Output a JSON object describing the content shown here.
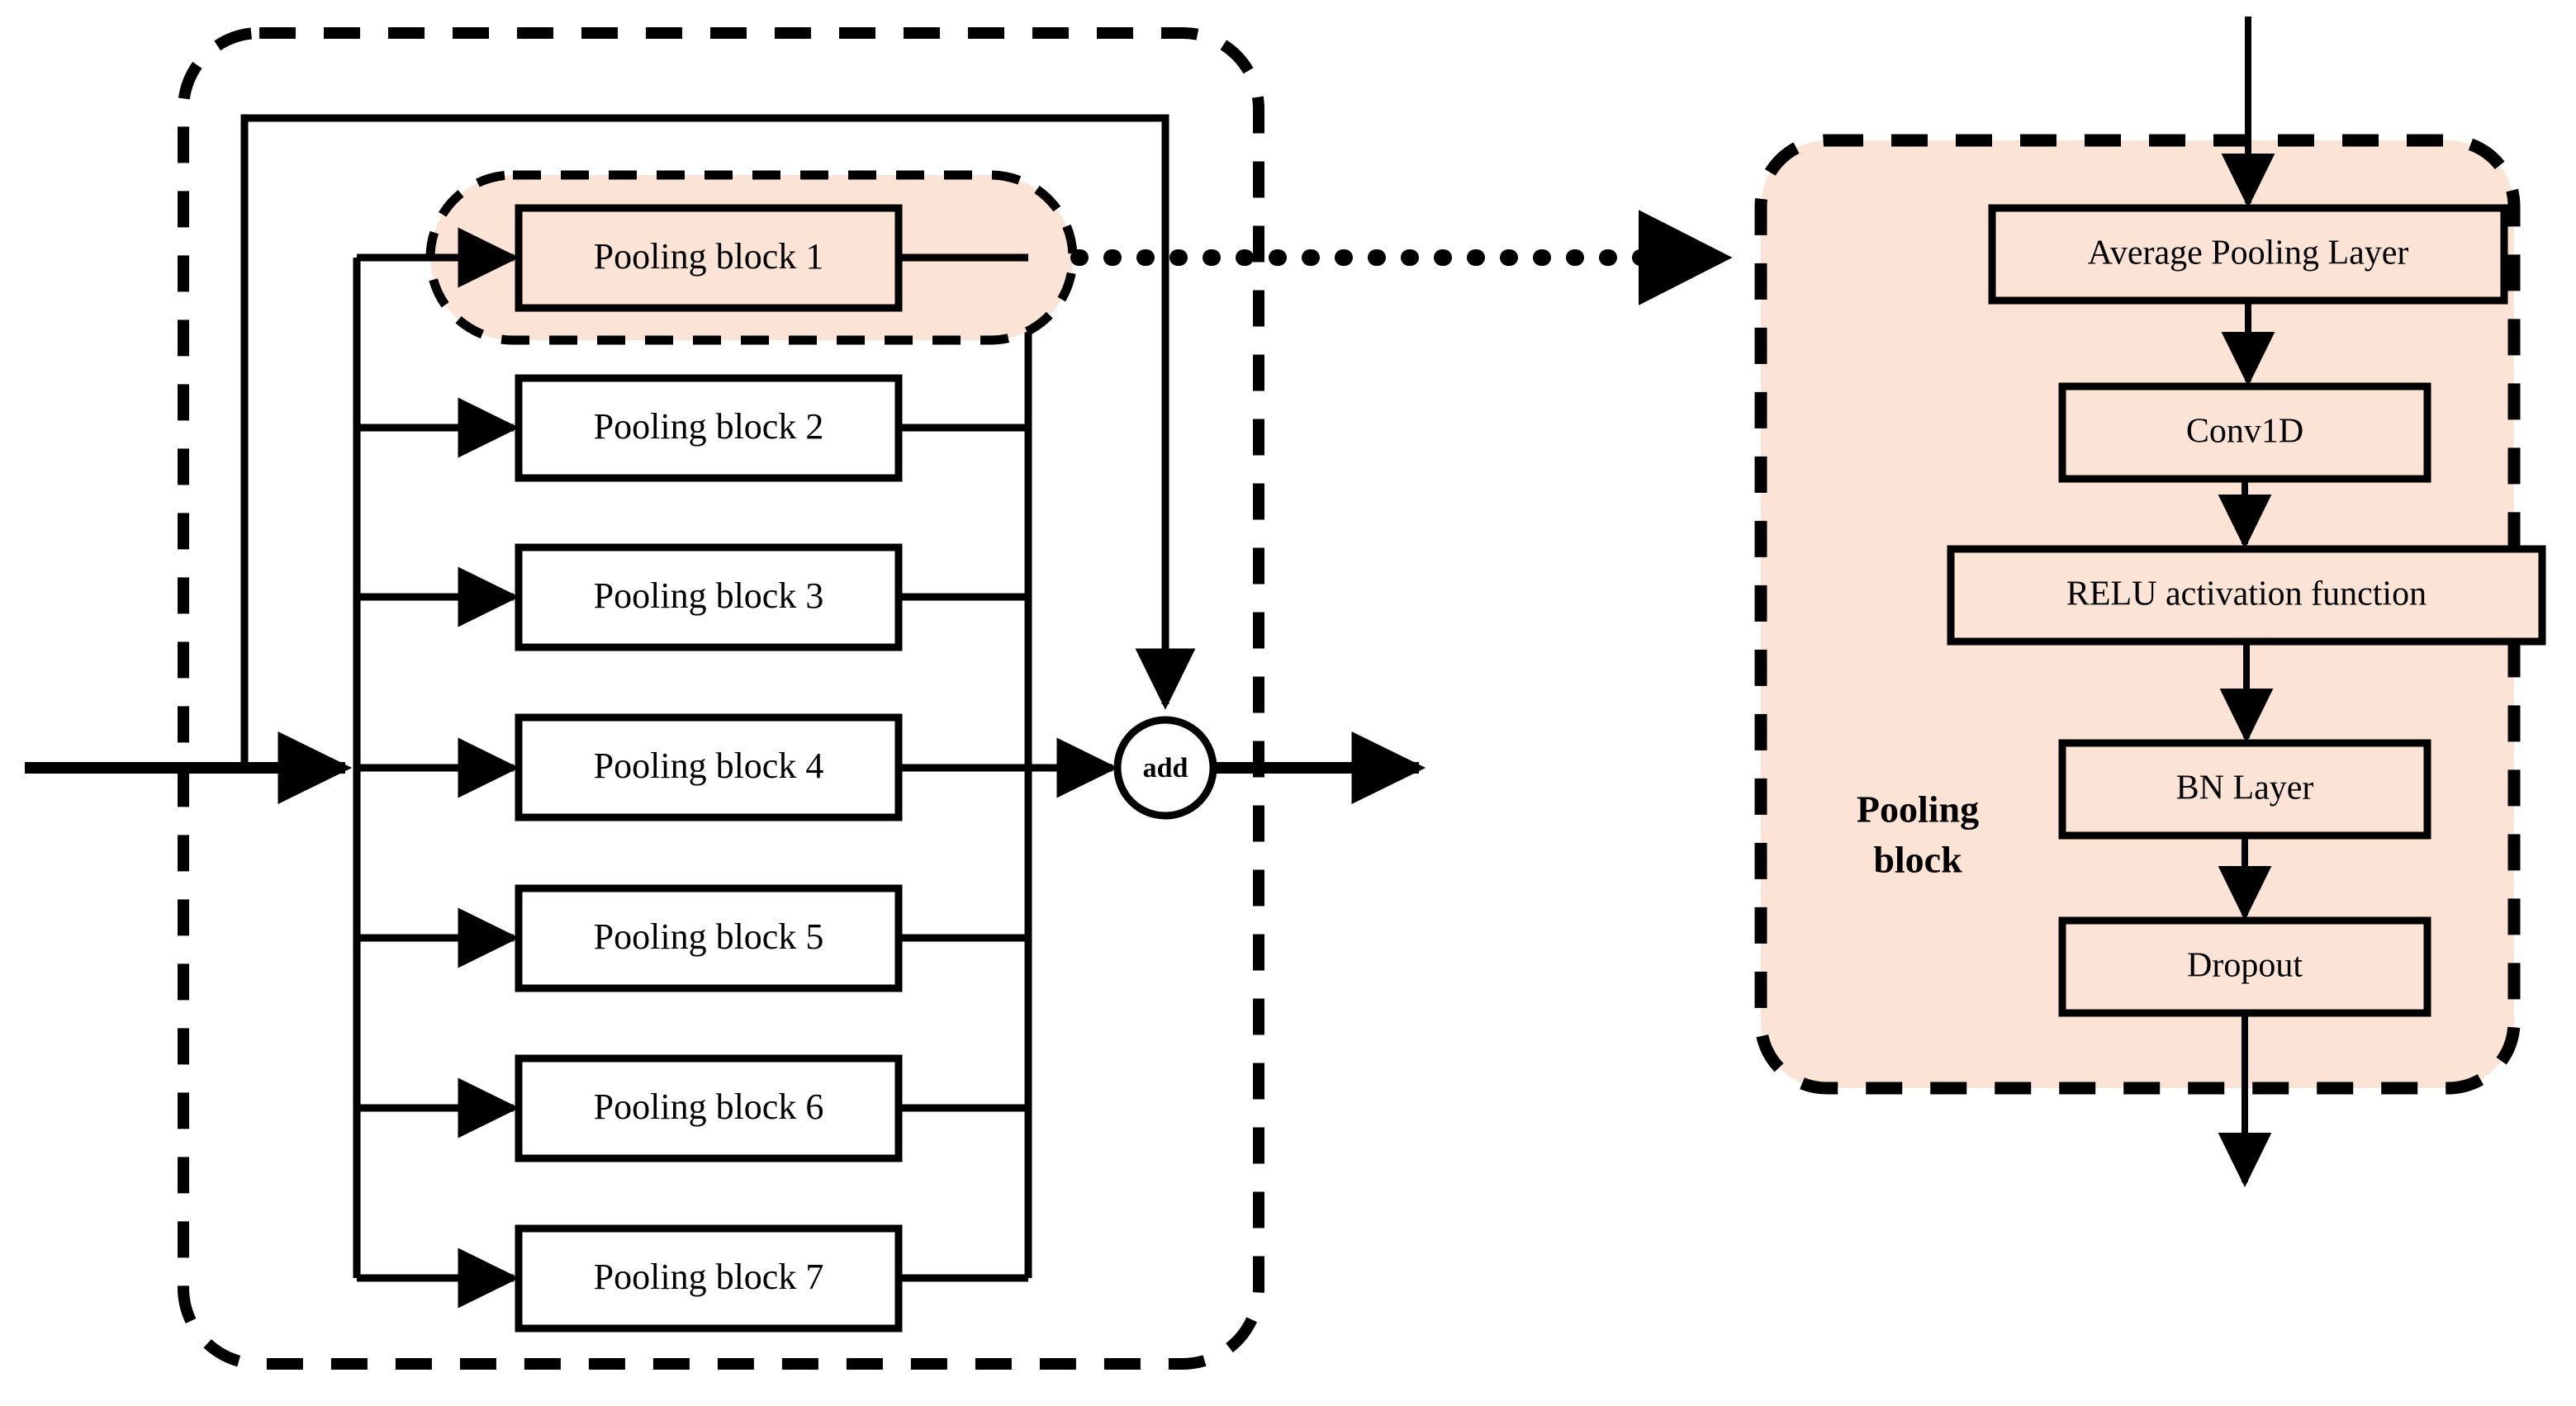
{
  "figure": {
    "type": "architecture-diagram",
    "background": "#ffffff",
    "accent_fill": "#fbe4d5",
    "stroke": "#000000"
  },
  "left_panel": {
    "name": "multi-scale-pooling-module",
    "input_label": "",
    "output_label": "",
    "merge_node": {
      "label": "add"
    },
    "highlighted_block_index": 0,
    "blocks": [
      {
        "label": "Pooling block 1",
        "highlighted": true
      },
      {
        "label": "Pooling block 2",
        "highlighted": false
      },
      {
        "label": "Pooling block 3",
        "highlighted": false
      },
      {
        "label": "Pooling block 4",
        "highlighted": false
      },
      {
        "label": "Pooling block 5",
        "highlighted": false
      },
      {
        "label": "Pooling block 6",
        "highlighted": false
      },
      {
        "label": "Pooling block 7",
        "highlighted": false
      }
    ]
  },
  "connector": {
    "name": "detail-expansion-arrow",
    "style": "dotted-arrow",
    "direction": "left-to-right"
  },
  "right_panel": {
    "title": "Pooling\nblock",
    "title_line1": "Pooling",
    "title_line2": "block",
    "layers": [
      {
        "label": "Average Pooling Layer"
      },
      {
        "label": "Conv1D"
      },
      {
        "label": "RELU activation function"
      },
      {
        "label": "BN Layer"
      },
      {
        "label": "Dropout"
      }
    ]
  }
}
